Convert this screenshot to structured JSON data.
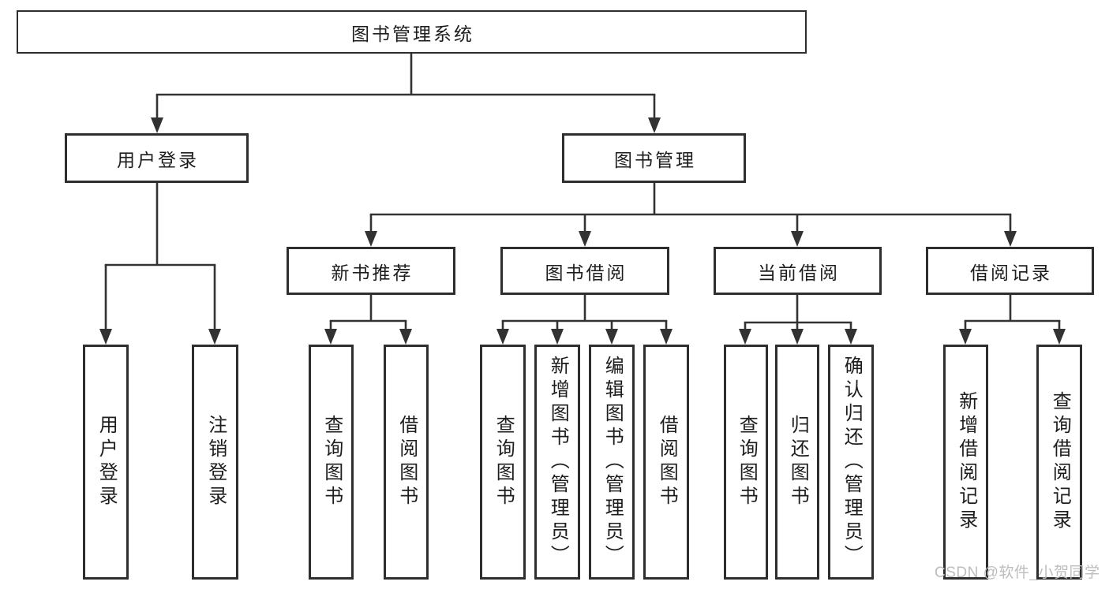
{
  "diagram": {
    "title": "图书管理系统",
    "watermark": "CSDN @软件_小贺同学",
    "colors": {
      "line": "#323232",
      "box_border": "#2e2e2e",
      "text": "#1d1d1d",
      "watermark": "#bdbdbd",
      "background": "#ffffff"
    },
    "nodes": {
      "root": {
        "label": "图书管理系统"
      },
      "user_login": {
        "label": "用户登录"
      },
      "book_mgmt": {
        "label": "图书管理"
      },
      "new_books": {
        "label": "新书推荐"
      },
      "book_borrow": {
        "label": "图书借阅"
      },
      "current_borrow": {
        "label": "当前借阅"
      },
      "borrow_records": {
        "label": "借阅记录"
      },
      "leaf_user_login": {
        "label": "用户登录"
      },
      "leaf_logout": {
        "label": "注销登录"
      },
      "leaf_query_books_newbooks": {
        "label": "查询图书"
      },
      "leaf_borrow_books_newbooks": {
        "label": "借阅图书"
      },
      "leaf_query_books_bookborrow": {
        "label": "查询图书"
      },
      "leaf_add_books": {
        "label": "新增图书（管理员）"
      },
      "leaf_edit_books": {
        "label": "编辑图书（管理员）"
      },
      "leaf_borrow_books_bookborrow": {
        "label": "借阅图书"
      },
      "leaf_query_books_current": {
        "label": "查询图书"
      },
      "leaf_return_books": {
        "label": "归还图书"
      },
      "leaf_confirm_return": {
        "label": "确认归还（管理员）"
      },
      "leaf_add_borrow_record": {
        "label": "新增借阅记录"
      },
      "leaf_query_borrow_record": {
        "label": "查询借阅记录"
      }
    },
    "tree": {
      "label": "图书管理系统",
      "children": [
        {
          "label": "用户登录",
          "children": [
            {
              "label": "用户登录"
            },
            {
              "label": "注销登录"
            }
          ]
        },
        {
          "label": "图书管理",
          "children": [
            {
              "label": "新书推荐",
              "children": [
                {
                  "label": "查询图书"
                },
                {
                  "label": "借阅图书"
                }
              ]
            },
            {
              "label": "图书借阅",
              "children": [
                {
                  "label": "查询图书"
                },
                {
                  "label": "新增图书（管理员）"
                },
                {
                  "label": "编辑图书（管理员）"
                },
                {
                  "label": "借阅图书"
                }
              ]
            },
            {
              "label": "当前借阅",
              "children": [
                {
                  "label": "查询图书"
                },
                {
                  "label": "归还图书"
                },
                {
                  "label": "确认归还（管理员）"
                }
              ]
            },
            {
              "label": "借阅记录",
              "children": [
                {
                  "label": "新增借阅记录"
                },
                {
                  "label": "查询借阅记录"
                }
              ]
            }
          ]
        }
      ]
    }
  }
}
